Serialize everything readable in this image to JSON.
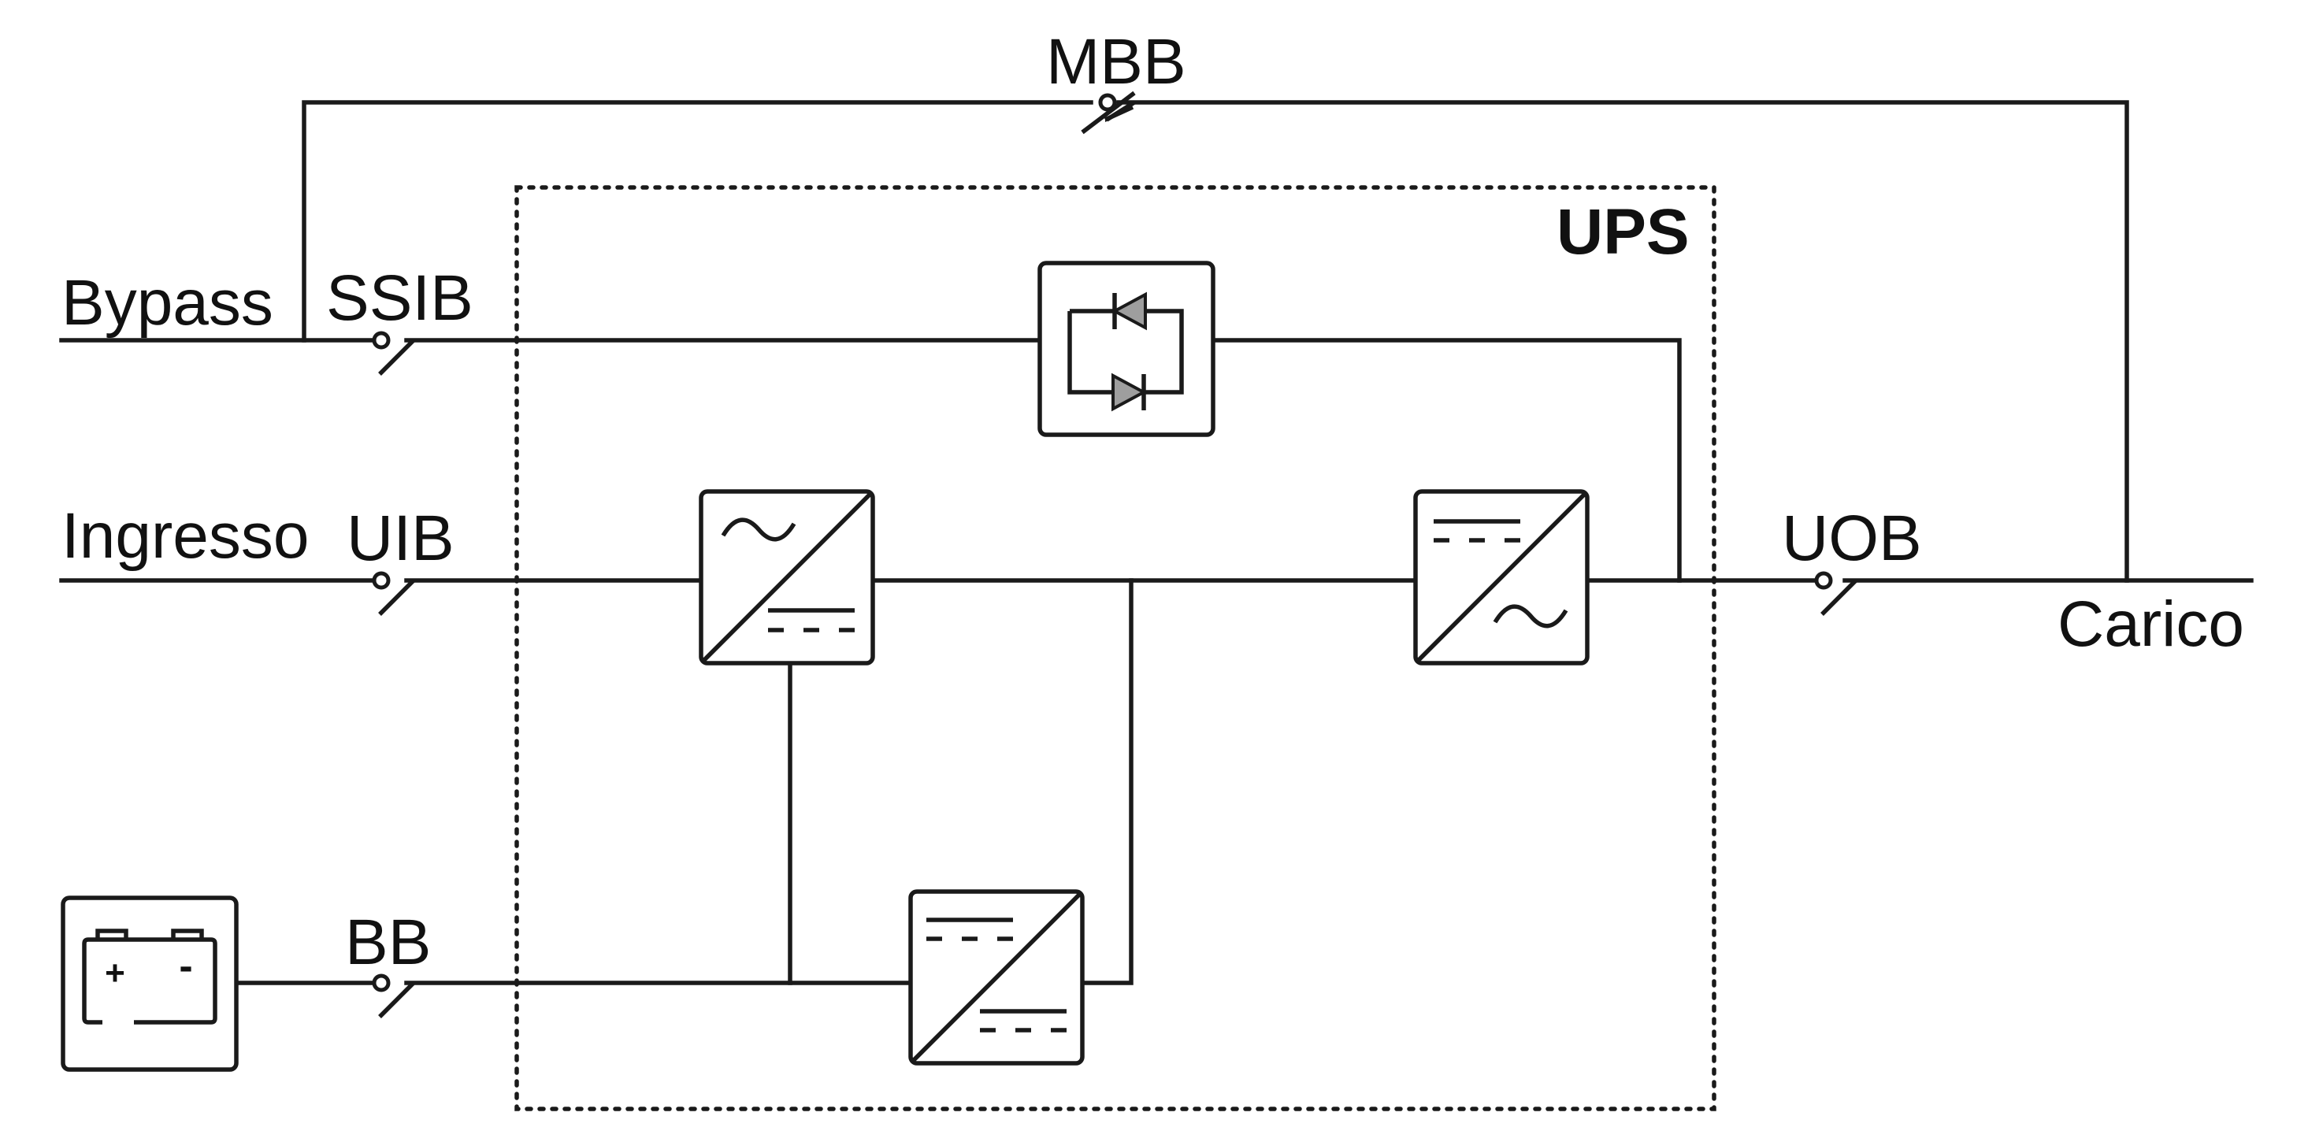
{
  "labels": {
    "mbb": "MBB",
    "ups": "UPS",
    "bypass": "Bypass",
    "ssib": "SSIB",
    "ingresso": "Ingresso",
    "uib": "UIB",
    "uob": "UOB",
    "carico": "Carico",
    "bb": "BB"
  },
  "battery_symbols": {
    "plus": "+",
    "minus": "-"
  },
  "colors": {
    "line": "#1a1a1a",
    "thyristor_fill": "#9e9e9e",
    "background": "#ffffff"
  }
}
